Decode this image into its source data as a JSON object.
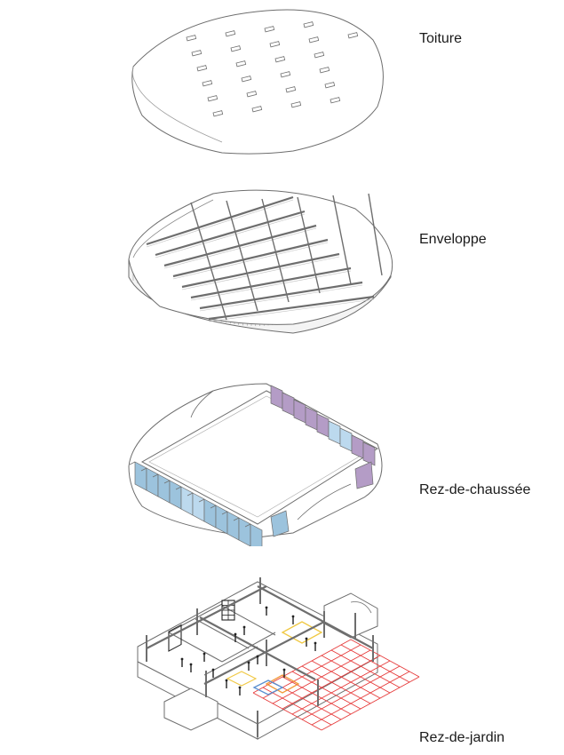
{
  "layers": [
    {
      "id": "toiture",
      "label": "Toiture"
    },
    {
      "id": "enveloppe",
      "label": "Enveloppe"
    },
    {
      "id": "rdc",
      "label": "Rez-de-chaussée"
    },
    {
      "id": "rdj",
      "label": "Rez-de-jardin"
    }
  ],
  "colors": {
    "line": "#6e6e6e",
    "fill": "#ffffff",
    "blue": "#9cc3dd",
    "blue_light": "#bcd9ee",
    "purple": "#b49cc6",
    "red": "#e63b3b",
    "yellow": "#f0c842",
    "orange": "#f29a3a",
    "blue_grid": "#5a8fd0",
    "dark": "#222222"
  }
}
